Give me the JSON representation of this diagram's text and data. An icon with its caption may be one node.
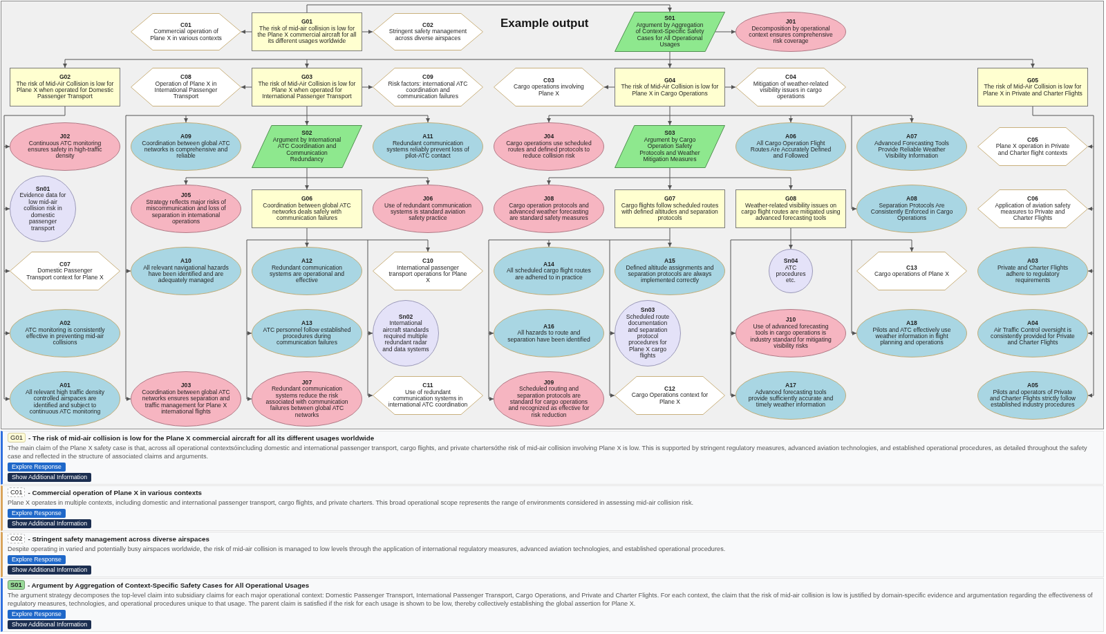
{
  "diagram": {
    "title": "Example output",
    "nodes": [
      {
        "text": [
          "G01",
          "The risk of mid-air collision is low for the Plane X commercial aircraft for all its different usages worldwide"
        ]
      },
      {
        "text": [
          "C01",
          "Commercial operation of Plane X in various contexts"
        ]
      },
      {
        "text": [
          "C02",
          "Stringent safety management across diverse airspaces"
        ]
      },
      {
        "text": [
          "S01",
          "Argument by Aggregation of Context-Specific Safety Cases for All Operational Usages"
        ]
      },
      {
        "text": [
          "J01",
          "Decomposition by operational context ensures comprehensive risk coverage"
        ]
      },
      {
        "text": [
          "G02",
          "The risk of Mid-Air Collision is low for Plane X when operated for Domestic Passenger Transport"
        ]
      },
      {
        "text": [
          "G03",
          "The risk of Mid-Air Collision is low for Plane X when operated for International Passenger Transport"
        ]
      },
      {
        "text": [
          "G04",
          "The risk of Mid-Air Collision is low for Plane X in Cargo Operations"
        ]
      },
      {
        "text": [
          "G05",
          "The risk of Mid-Air Collision is low for Plane X in Private and Charter Flights"
        ]
      },
      {
        "text": [
          "J02",
          "Continuous ATC monitoring ensures safety in high-traffic density"
        ]
      },
      {
        "text": [
          "Sn01",
          "Evidence data for low mid-air collision risk in domestic passenger transport"
        ]
      },
      {
        "text": [
          "C07",
          "Domestic Passenger Transport context for Plane X"
        ]
      },
      {
        "text": [
          "A01",
          "All relevant high traffic density controlled airspaces are identified and subject to continuous ATC monitoring"
        ]
      },
      {
        "text": [
          "A02",
          "ATC monitoring is consistently effective in preventing mid-air collisions"
        ]
      },
      {
        "text": [
          "C08",
          "Operation of Plane X in International Passenger Transport"
        ]
      },
      {
        "text": [
          "C09",
          "Risk factors: international ATC coordination and communication failures"
        ]
      },
      {
        "text": [
          "J03",
          "Coordination between global ATC networks ensures separation and traffic management for Plane X international flights"
        ]
      },
      {
        "text": [
          "A09",
          "Coordination between global ATC networks is comprehensive and reliable"
        ]
      },
      {
        "text": [
          "A10",
          "All relevant navigational hazards have been identified and are adequately managed"
        ]
      },
      {
        "text": [
          "A11",
          "Redundant communication systems reliably prevent loss of pilot-ATC contact"
        ]
      },
      {
        "text": [
          "S02",
          "Argument by International ATC Coordination and Communication Redundancy"
        ]
      },
      {
        "text": [
          "J04",
          "Cargo operations use scheduled routes and defined protocols to reduce collision risk"
        ]
      },
      {
        "text": [
          "C03",
          "Cargo operations involving Plane X"
        ]
      },
      {
        "text": [
          "C04",
          "Mitigation of weather-related visibility issues in cargo operations"
        ]
      },
      {
        "text": [
          "A06",
          "All Cargo Operation Flight Routes Are Accurately Defined and Followed"
        ]
      },
      {
        "text": [
          "A07",
          "Advanced Forecasting Tools Provide Reliable Weather Visibility Information"
        ]
      },
      {
        "text": [
          "A08",
          "Separation Protocols Are Consistently Enforced in Cargo Operations"
        ]
      },
      {
        "text": [
          "S03",
          "Argument by Cargo Operation Safety Protocols and Weather Mitigation Measures"
        ]
      },
      {
        "text": [
          "C05",
          "Plane X operation in Private and Charter flight contexts"
        ]
      },
      {
        "text": [
          "C06",
          "Application of aviation safety measures to Private and Charter Flights"
        ]
      },
      {
        "text": [
          "A03",
          "Private and Charter Flights adhere to regulatory requirements"
        ]
      },
      {
        "text": [
          "A04",
          "Air Traffic Control oversight is consistently provided for Private and Charter Flights"
        ]
      },
      {
        "text": [
          "A05",
          "Pilots and operators of Private and Charter Flights strictly follow established industry procedures"
        ]
      },
      {
        "text": [
          "J05",
          "Strategy reflects major risks of miscommunication and loss of separation in international operations"
        ]
      },
      {
        "text": [
          "J06",
          "Use of redundant communication systems is standard aviation safety practice"
        ]
      },
      {
        "text": [
          "G06",
          "Coordination between global ATC networks deals safely with communication failures"
        ]
      },
      {
        "text": [
          "J08",
          "Cargo operation protocols and advanced weather forecasting are standard safety measures"
        ]
      },
      {
        "text": [
          "G07",
          "Cargo flights follow scheduled routes with defined altitudes and separation protocols"
        ]
      },
      {
        "text": [
          "G08",
          "Weather-related visibility issues on cargo flight routes are mitigated using advanced forecasting tools"
        ]
      },
      {
        "text": [
          "J07",
          "Redundant communication systems reduce the risk associated with communication failures between global ATC networks"
        ]
      },
      {
        "text": [
          "A12",
          "Redundant communication systems are operational and effective"
        ]
      },
      {
        "text": [
          "A13",
          "ATC personnel follow established procedures during communication failures"
        ]
      },
      {
        "text": [
          "Sn02",
          "International aircraft standards required multiple redundant radar and data systems"
        ]
      },
      {
        "text": [
          "C10",
          "International passenger transport operations for Plane X"
        ]
      },
      {
        "text": [
          "C11",
          "Use of redundant communication systems in international ATC coordination"
        ]
      },
      {
        "text": [
          "A14",
          "All scheduled cargo flight routes are adhered to in practice"
        ]
      },
      {
        "text": [
          "A15",
          "Defined altitude assignments and separation protocols are always implemented correctly"
        ]
      },
      {
        "text": [
          "A16",
          "All hazards to route and separation have been identified"
        ]
      },
      {
        "text": [
          "Sn03",
          "Scheduled route documentation and separation protocol procedures for Plane X cargo flights"
        ]
      },
      {
        "text": [
          "C12",
          "Cargo Operations context for Plane X"
        ]
      },
      {
        "text": [
          "J09",
          "Scheduled routing and separation protocols are standard for cargo operations and recognized as effective for risk reduction"
        ]
      },
      {
        "text": [
          "Sn04",
          "ATC procedures etc."
        ]
      },
      {
        "text": [
          "C13",
          "Cargo operations of Plane X"
        ]
      },
      {
        "text": [
          "J10",
          "Use of advanced forecasting tools in cargo operations is industry standard for mitigating visibility risks"
        ]
      },
      {
        "text": [
          "A17",
          "Advanced forecasting tools provide sufficiently accurate and timely weather information"
        ]
      },
      {
        "text": [
          "A18",
          "Pilots and ATC effectively use weather information in flight planning and operations"
        ]
      },
      {
        "text": [
          "- The risk of mid-air collision is low for the Plane X commercial aircraft for all its different usages worldwide",
          "The main claim of the Plane X safety case is that, across all operational contextsóincluding domestic and international passenger transport, cargo flights, and private chartersóthe risk of mid-air collision involving Plane X is low. This is supported by stringent regulatory measures, advanced aviation technologies, and established operational procedures, as detailed throughout the safety case and reflected in the structure of associated claims and arguments."
        ]
      },
      {
        "text": [
          "G01"
        ],
        "in": 56
      },
      {
        "text": [
          "Explore Response"
        ],
        "in": 56
      },
      {
        "text": [
          "Show Additional Information"
        ],
        "in": 56
      },
      {
        "text": [
          "- Commercial operation of Plane X in various contexts",
          "Plane X operates in multiple contexts, including domestic and international passenger transport, cargo flights, and private charters. This broad operational scope represents the range of environments considered in assessing mid-air collision risk."
        ]
      },
      {
        "text": [
          "C01"
        ],
        "in": 60
      },
      {
        "text": [
          "Explore Response"
        ],
        "in": 60
      },
      {
        "text": [
          "Show Additional Information"
        ],
        "in": 60
      },
      {
        "text": [
          "- Stringent safety management across diverse airspaces",
          "Despite operating in varied and potentially busy airspaces worldwide, the risk of mid-air collision is managed to low levels through the application of international regulatory measures, advanced aviation technologies, and established operational procedures."
        ]
      },
      {
        "text": [
          "C02"
        ],
        "in": 64
      },
      {
        "text": [
          "Explore Response"
        ],
        "in": 64
      },
      {
        "text": [
          "Show Additional Information"
        ],
        "in": 64
      },
      {
        "text": [
          "- Argument by Aggregation of Context-Specific Safety Cases for All Operational Usages",
          "The argument strategy decomposes the top-level claim into subsidiary claims for each major operational context: Domestic Passenger Transport, International Passenger Transport, Cargo Operations, and Private and Charter Flights. For each context, the claim that the risk of mid-air collision is low is justified by domain-specific evidence and argumentation regarding the effectiveness of regulatory measures, technologies, and operational procedures unique to that usage. The parent claim is satisfied if the risk for each usage is shown to be low, thereby collectively establishing the global assertion for Plane X."
        ]
      },
      {
        "text": [
          "S01"
        ],
        "in": 68
      },
      {
        "text": [
          "Explore Response"
        ],
        "in": 68
      },
      {
        "text": [
          "Show Additional Information"
        ],
        "in": 68
      }
    ],
    "edges": [
      {
        "from": 0,
        "to": 1,
        "arrow": "to"
      },
      {
        "from": 0,
        "to": 2,
        "arrow": "to"
      },
      {
        "from": 0,
        "to": 3,
        "arrow": "to"
      },
      {
        "from": 3,
        "to": 4,
        "arrow": "to"
      },
      {
        "from": 3,
        "to": 5,
        "arrow": "to"
      },
      {
        "from": 3,
        "to": 6,
        "arrow": "to"
      },
      {
        "from": 3,
        "to": 7,
        "arrow": "to"
      },
      {
        "from": 3,
        "to": 8,
        "arrow": "to"
      },
      {
        "from": 5,
        "to": 9,
        "arrow": "to"
      },
      {
        "from": 5,
        "to": 10,
        "arrow": "to"
      },
      {
        "from": 5,
        "to": 11,
        "arrow": "to"
      },
      {
        "from": 5,
        "to": 12,
        "arrow": "to"
      },
      {
        "from": 5,
        "to": 13,
        "arrow": "to"
      },
      {
        "from": 6,
        "to": 14,
        "arrow": "to"
      },
      {
        "from": 6,
        "to": 15,
        "arrow": "to"
      },
      {
        "from": 6,
        "to": 16,
        "arrow": "to"
      },
      {
        "from": 6,
        "to": 17,
        "arrow": "to"
      },
      {
        "from": 6,
        "to": 18,
        "arrow": "to"
      },
      {
        "from": 6,
        "to": 19,
        "arrow": "to"
      },
      {
        "from": 6,
        "to": 20,
        "arrow": "to"
      },
      {
        "from": 7,
        "to": 21,
        "arrow": "to"
      },
      {
        "from": 7,
        "to": 22,
        "arrow": "to"
      },
      {
        "from": 7,
        "to": 23,
        "arrow": "to"
      },
      {
        "from": 7,
        "to": 24,
        "arrow": "to"
      },
      {
        "from": 7,
        "to": 25,
        "arrow": "to"
      },
      {
        "from": 7,
        "to": 26,
        "arrow": "to"
      },
      {
        "from": 7,
        "to": 27,
        "arrow": "to"
      },
      {
        "from": 8,
        "to": 28,
        "arrow": "to"
      },
      {
        "from": 8,
        "to": 29,
        "arrow": "to"
      },
      {
        "from": 8,
        "to": 30,
        "arrow": "to"
      },
      {
        "from": 8,
        "to": 31,
        "arrow": "to"
      },
      {
        "from": 8,
        "to": 32,
        "arrow": "to"
      },
      {
        "from": 20,
        "to": 33,
        "arrow": "to"
      },
      {
        "from": 20,
        "to": 34,
        "arrow": "to"
      },
      {
        "from": 20,
        "to": 35,
        "arrow": "to"
      },
      {
        "from": 27,
        "to": 36,
        "arrow": "to"
      },
      {
        "from": 27,
        "to": 37,
        "arrow": "to"
      },
      {
        "from": 27,
        "to": 38,
        "arrow": "to"
      },
      {
        "from": 35,
        "to": 39,
        "arrow": "to"
      },
      {
        "from": 35,
        "to": 40,
        "arrow": "to"
      },
      {
        "from": 35,
        "to": 41,
        "arrow": "to"
      },
      {
        "from": 35,
        "to": 42,
        "arrow": "to"
      },
      {
        "from": 35,
        "to": 43,
        "arrow": "to"
      },
      {
        "from": 35,
        "to": 44,
        "arrow": "to"
      },
      {
        "from": 37,
        "to": 45,
        "arrow": "to"
      },
      {
        "from": 37,
        "to": 46,
        "arrow": "to"
      },
      {
        "from": 37,
        "to": 47,
        "arrow": "to"
      },
      {
        "from": 37,
        "to": 48,
        "arrow": "to"
      },
      {
        "from": 37,
        "to": 49,
        "arrow": "to"
      },
      {
        "from": 37,
        "to": 50,
        "arrow": "to"
      },
      {
        "from": 38,
        "to": 51,
        "arrow": "to"
      },
      {
        "from": 38,
        "to": 52,
        "arrow": "to"
      },
      {
        "from": 38,
        "to": 53,
        "arrow": "to"
      },
      {
        "from": 38,
        "to": 54,
        "arrow": "to"
      },
      {
        "from": 38,
        "to": 55,
        "arrow": "to"
      }
    ]
  }
}
